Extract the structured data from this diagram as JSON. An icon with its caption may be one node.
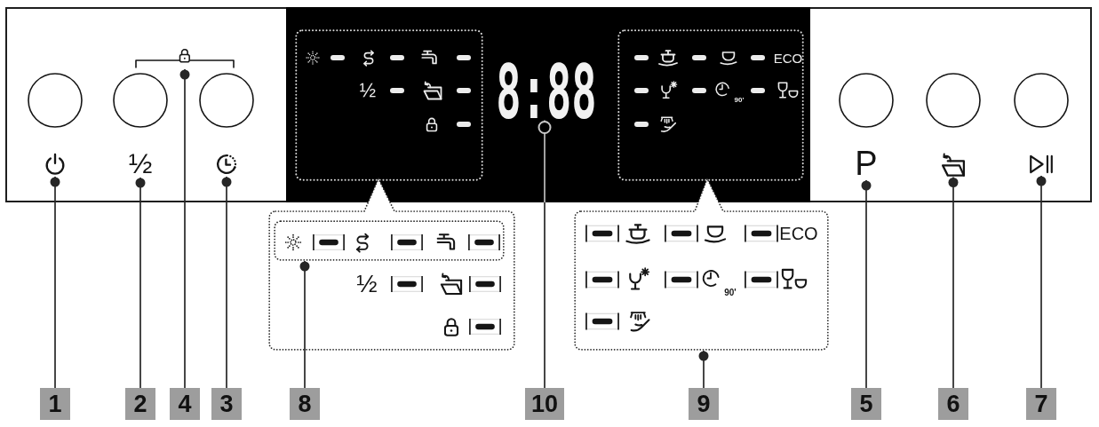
{
  "diagram": {
    "nodes": [
      {
        "text": [],
        "shape": "box"
      },
      {
        "text": [],
        "shape": "picture",
        "in": 0
      },
      {
        "text": [
          "½"
        ],
        "in": 0
      },
      {
        "text": [],
        "shape": "picture",
        "in": 0
      },
      {
        "text": [],
        "shape": "picture",
        "in": 0
      },
      {
        "text": [],
        "shape": "box",
        "in": 0
      },
      {
        "text": [
          "½"
        ],
        "in": 5
      },
      {
        "text": [
          "8:88"
        ],
        "in": 5
      },
      {
        "text": [
          "ECO",
          "90'"
        ],
        "in": 5
      },
      {
        "text": [
          "P"
        ],
        "in": 0
      },
      {
        "text": [],
        "shape": "picture",
        "in": 0
      },
      {
        "text": [],
        "shape": "picture",
        "in": 0
      },
      {
        "text": [
          "½"
        ]
      },
      {
        "text": [],
        "shape": "box",
        "in": 12
      },
      {
        "text": [
          "ECO",
          "90'"
        ]
      },
      {
        "text": [
          "1"
        ]
      },
      {
        "text": [
          "2"
        ]
      },
      {
        "text": [
          "4"
        ]
      },
      {
        "text": [
          "3"
        ]
      },
      {
        "text": [
          "8"
        ]
      },
      {
        "text": [
          "10"
        ]
      },
      {
        "text": [
          "9"
        ]
      },
      {
        "text": [
          "5"
        ]
      },
      {
        "text": [
          "6"
        ]
      },
      {
        "text": [
          "7"
        ]
      }
    ],
    "edges": [
      {
        "from": 15,
        "to": 1,
        "arrow": "other"
      },
      {
        "from": 16,
        "to": 2,
        "arrow": "other"
      },
      {
        "from": 17,
        "to": 3,
        "arrow": "other"
      },
      {
        "from": 18,
        "to": 4,
        "arrow": "other"
      },
      {
        "from": 19,
        "to": 13,
        "arrow": "other"
      },
      {
        "from": 20,
        "to": 7,
        "arrow": "other"
      },
      {
        "from": 21,
        "to": 14,
        "arrow": "other"
      },
      {
        "from": 22,
        "to": 9,
        "arrow": "other"
      },
      {
        "from": 23,
        "to": 10,
        "arrow": "other"
      },
      {
        "from": 24,
        "to": 11,
        "arrow": "other"
      }
    ]
  }
}
